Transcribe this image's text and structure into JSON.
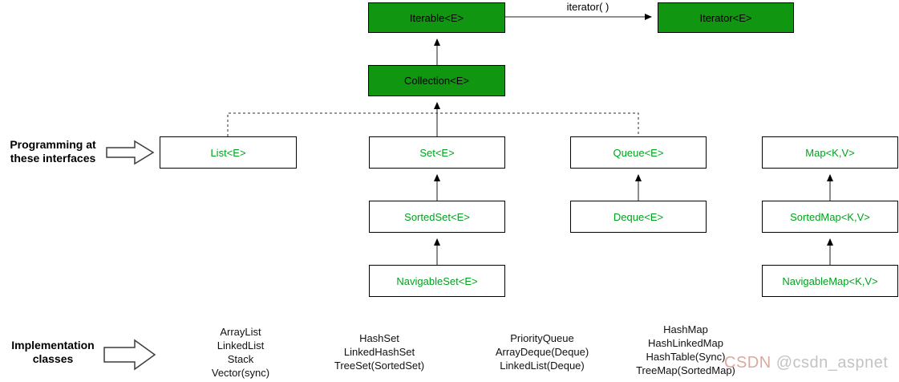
{
  "diagram": {
    "nodes": {
      "iterable": {
        "label": "Iterable<E>"
      },
      "iterator": {
        "label": "Iterator<E>"
      },
      "collection": {
        "label": "Collection<E>"
      },
      "list": {
        "label": "List<E>"
      },
      "set": {
        "label": "Set<E>"
      },
      "queue": {
        "label": "Queue<E>"
      },
      "map": {
        "label": "Map<K,V>"
      },
      "sorted_set": {
        "label": "SortedSet<E>"
      },
      "deque": {
        "label": "Deque<E>"
      },
      "sorted_map": {
        "label": "SortedMap<K,V>"
      },
      "navigable_set": {
        "label": "NavigableSet<E>"
      },
      "navigable_map": {
        "label": "NavigableMap<K,V>"
      }
    },
    "edge_labels": {
      "iterator_method": "iterator( )"
    },
    "annotations": {
      "interfaces_line1": "Programming at",
      "interfaces_line2": "these interfaces",
      "impl_line1": "Implementation",
      "impl_line2": "classes"
    },
    "implementations": {
      "list": [
        "ArrayList",
        "LinkedList",
        "Stack",
        "Vector(sync)"
      ],
      "set": [
        "HashSet",
        "LinkedHashSet",
        "TreeSet(SortedSet)"
      ],
      "queue": [
        "PriorityQueue",
        "ArrayDeque(Deque)",
        "LinkedList(Deque)"
      ],
      "map": [
        "HashMap",
        "HashLinkedMap",
        "HashTable(Sync)",
        "TreeMap(SortedMap)"
      ]
    },
    "colors": {
      "node_fill_green": "#119611",
      "node_text_green": "#00a21e",
      "line_gray": "#4d4d4d"
    }
  },
  "watermark": {
    "brand": "CSDN",
    "handle": "@csdn_aspnet"
  }
}
